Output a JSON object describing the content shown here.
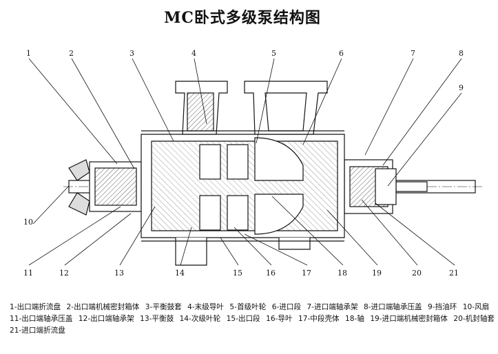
{
  "title": "MC卧式多级泵结构图",
  "labels": [
    "1",
    "2",
    "3",
    "4",
    "5",
    "6",
    "7",
    "8",
    "9",
    "10",
    "11",
    "12",
    "13",
    "14",
    "15",
    "16",
    "17",
    "18",
    "19",
    "20",
    "21"
  ],
  "legend": [
    [
      "1-出口端折流盘",
      "2-出口端机械密封箱体",
      "3-平衡鼓套",
      "4-末级导叶",
      "5-首级叶轮",
      "6-进口段",
      "7-进口端轴承架",
      "8-进口端轴承压盖",
      "9-挡油环",
      "10-风扇"
    ],
    [
      "11-出口端轴承压盖",
      "12-出口端轴承架",
      "13-平衡鼓",
      "14-次级叶轮",
      "15-出口段",
      "16-导叶",
      "17-中段壳体",
      "18-轴",
      "19-进口端机械密封箱体",
      "20-机封轴套"
    ],
    [
      "21-进口端折流盘"
    ]
  ]
}
